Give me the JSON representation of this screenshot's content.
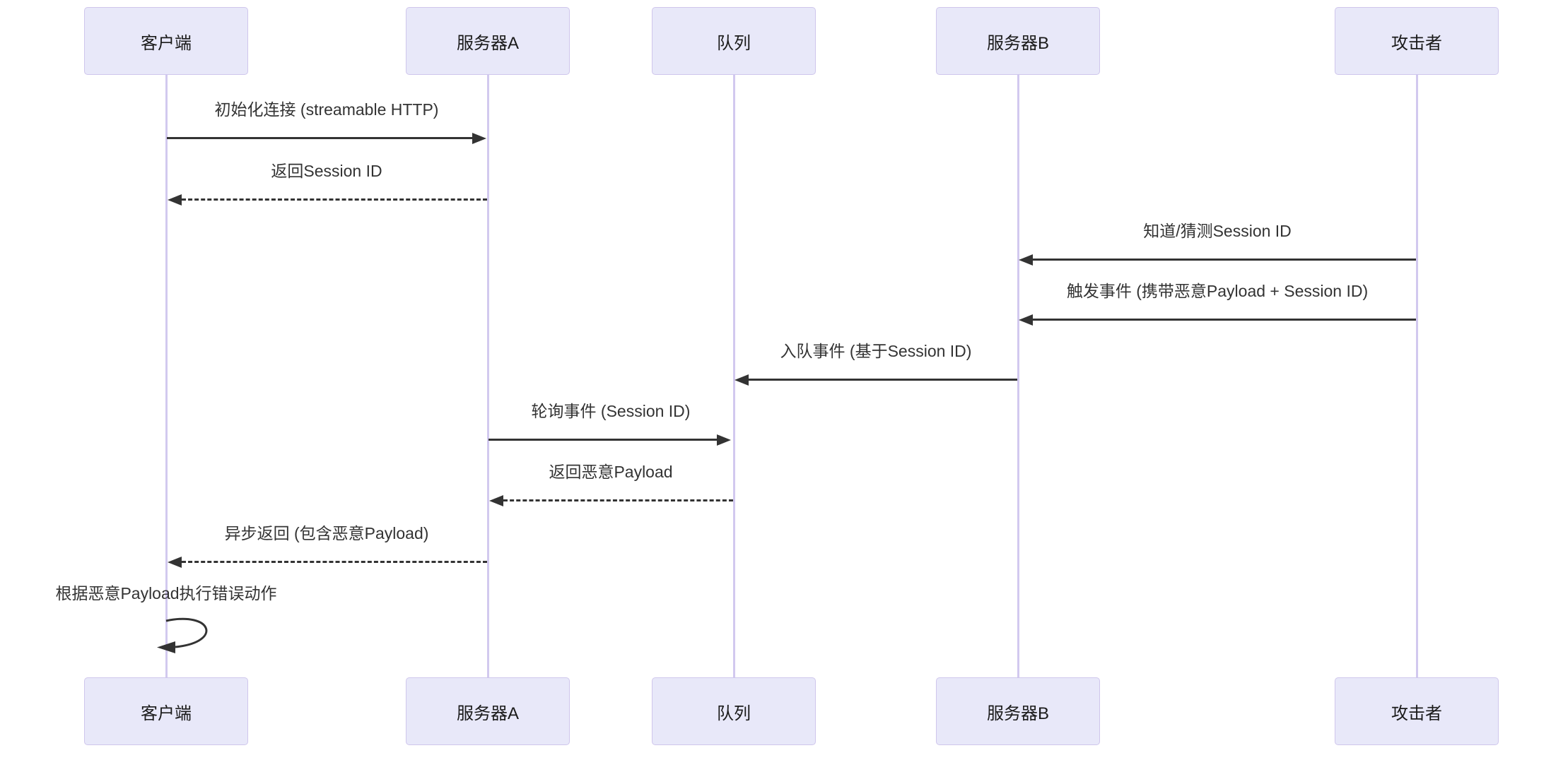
{
  "diagram": {
    "type": "sequence-diagram",
    "actors": [
      {
        "name": "客户端"
      },
      {
        "name": "服务器A"
      },
      {
        "name": "队列"
      },
      {
        "name": "服务器B"
      },
      {
        "name": "攻击者"
      }
    ],
    "messages": [
      {
        "text": "初始化连接 (streamable HTTP)",
        "from": "客户端",
        "to": "服务器A",
        "line": "solid",
        "direction": "right"
      },
      {
        "text": "返回Session ID",
        "from": "服务器A",
        "to": "客户端",
        "line": "dashed",
        "direction": "left"
      },
      {
        "text": "知道/猜测Session ID",
        "from": "攻击者",
        "to": "服务器B",
        "line": "solid",
        "direction": "left"
      },
      {
        "text": "触发事件 (携带恶意Payload + Session ID)",
        "from": "攻击者",
        "to": "服务器B",
        "line": "solid",
        "direction": "left"
      },
      {
        "text": "入队事件 (基于Session ID)",
        "from": "服务器B",
        "to": "队列",
        "line": "solid",
        "direction": "left"
      },
      {
        "text": "轮询事件 (Session ID)",
        "from": "服务器A",
        "to": "队列",
        "line": "solid",
        "direction": "right"
      },
      {
        "text": "返回恶意Payload",
        "from": "队列",
        "to": "服务器A",
        "line": "dashed",
        "direction": "left"
      },
      {
        "text": "异步返回 (包含恶意Payload)",
        "from": "服务器A",
        "to": "客户端",
        "line": "dashed",
        "direction": "left"
      },
      {
        "text": "根据恶意Payload执行错误动作",
        "from": "客户端",
        "to": "客户端",
        "line": "self-loop"
      }
    ],
    "colors": {
      "actor_fill": "#E8E8F9",
      "actor_border": "#CFC6EC",
      "lifeline": "#D2C9EF",
      "arrow": "#333333",
      "text": "#333333",
      "background": "#FFFFFF"
    }
  }
}
